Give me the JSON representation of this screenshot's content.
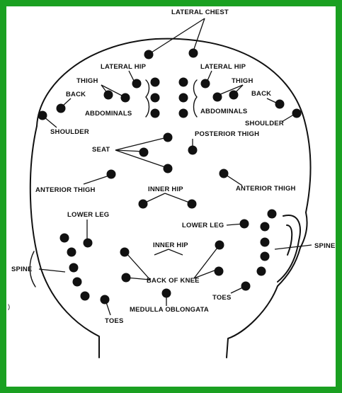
{
  "labels": {
    "lateral_chest": "LATERAL CHEST",
    "lateral_hip_left": "LATERAL HIP",
    "lateral_hip_right": "LATERAL HIP",
    "thigh_left": "THIGH",
    "thigh_right": "THIGH",
    "back_left": "BACK",
    "back_right": "BACK",
    "abdominals_left": "ABDOMINALS",
    "abdominals_right": "ABDOMINALS",
    "shoulder_left": "SHOULDER",
    "shoulder_right": "SHOULDER",
    "posterior_thigh": "POSTERIOR THIGH",
    "seat": "SEAT",
    "anterior_thigh_left": "ANTERIOR THIGH",
    "anterior_thigh_right": "ANTERIOR THIGH",
    "inner_hip_upper": "INNER HIP",
    "lower_leg_left": "LOWER LEG",
    "lower_leg_right": "LOWER LEG",
    "spine_left": "SPINE",
    "spine_right": "SPINE",
    "inner_hip_lower": "INNER HIP",
    "back_of_knee": "BACK OF KNEE",
    "toes_left": "TOES",
    "toes_right": "TOES",
    "medulla_oblongata": "MEDULLA OBLONGATA",
    "left_margin_mark": ")"
  },
  "colors": {
    "border": "#1aa021",
    "ink": "#111111",
    "background": "#ffffff"
  }
}
